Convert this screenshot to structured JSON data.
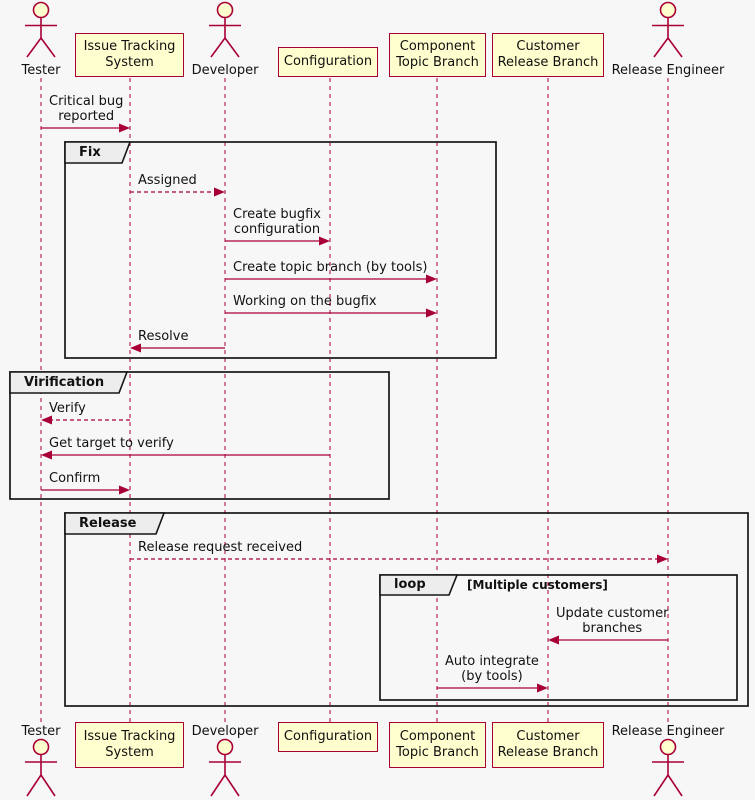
{
  "palette": {
    "bg": "#F7F7F7",
    "accent": "#A80036",
    "cream": "#FEFECE",
    "frame": "#161616",
    "tab": "#EDEDED",
    "text": "#111111"
  },
  "participants": [
    {
      "name": "Tester",
      "kind": "actor"
    },
    {
      "name": "Issue Tracking\nSystem",
      "kind": "participant"
    },
    {
      "name": "Developer",
      "kind": "actor"
    },
    {
      "name": "Configuration",
      "kind": "participant"
    },
    {
      "name": "Component\nTopic Branch",
      "kind": "participant"
    },
    {
      "name": "Customer\nRelease Branch",
      "kind": "participant"
    },
    {
      "name": "Release Engineer",
      "kind": "actor"
    }
  ],
  "frames": [
    {
      "label": "Fix"
    },
    {
      "label": "Virification"
    },
    {
      "label": "Release"
    },
    {
      "label": "loop",
      "condition": "[Multiple customers]"
    }
  ],
  "messages": [
    {
      "text": "Critical bug\nreported",
      "from": "Tester",
      "to": "Issue Tracking System",
      "style": "solid"
    },
    {
      "text": "Assigned",
      "from": "Issue Tracking System",
      "to": "Developer",
      "style": "dashed"
    },
    {
      "text": "Create bugfix\nconfiguration",
      "from": "Developer",
      "to": "Configuration",
      "style": "solid"
    },
    {
      "text": "Create topic branch (by tools)",
      "from": "Developer",
      "to": "Component Topic Branch",
      "style": "solid"
    },
    {
      "text": "Working on the bugfix",
      "from": "Developer",
      "to": "Component Topic Branch",
      "style": "solid"
    },
    {
      "text": "Resolve",
      "from": "Developer",
      "to": "Issue Tracking System",
      "style": "solid"
    },
    {
      "text": "Verify",
      "from": "Issue Tracking System",
      "to": "Tester",
      "style": "dashed"
    },
    {
      "text": "Get target to verify",
      "from": "Configuration",
      "to": "Tester",
      "style": "solid"
    },
    {
      "text": "Confirm",
      "from": "Tester",
      "to": "Issue Tracking System",
      "style": "solid"
    },
    {
      "text": "Release request received",
      "from": "Issue Tracking System",
      "to": "Release Engineer",
      "style": "dashed"
    },
    {
      "text": "Update customer\nbranches",
      "from": "Release Engineer",
      "to": "Customer Release Branch",
      "style": "solid"
    },
    {
      "text": "Auto integrate\n(by tools)",
      "from": "Component Topic Branch",
      "to": "Customer Release Branch",
      "style": "solid"
    }
  ]
}
